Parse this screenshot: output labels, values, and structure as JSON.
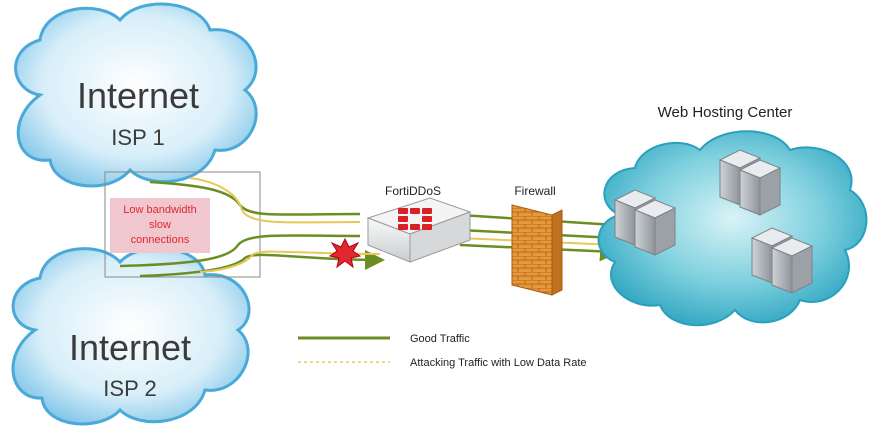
{
  "isp1": {
    "title": "Internet",
    "subtitle": "ISP 1"
  },
  "isp2": {
    "title": "Internet",
    "subtitle": "ISP 2"
  },
  "attack_note": {
    "line1": "Low bandwidth",
    "line2": "slow",
    "line3": "connections"
  },
  "fortiddos": {
    "label": "FortiDDoS"
  },
  "firewall": {
    "label": "Firewall"
  },
  "hosting": {
    "label": "Web Hosting Center"
  },
  "legend": {
    "good": "Good Traffic",
    "attack": "Attacking Traffic with Low Data Rate"
  },
  "colors": {
    "cloud_fill": "#bfe3f5",
    "cloud_edge": "#4aa9d8",
    "hosting_fill": "#6cc7d6",
    "good_line": "#6b8e23",
    "attack_line": "#e8c85a",
    "note_box": "#f1c7cf",
    "note_text": "#e0282e",
    "firewall": "#e08a2c",
    "fortinet_red": "#d92027"
  }
}
